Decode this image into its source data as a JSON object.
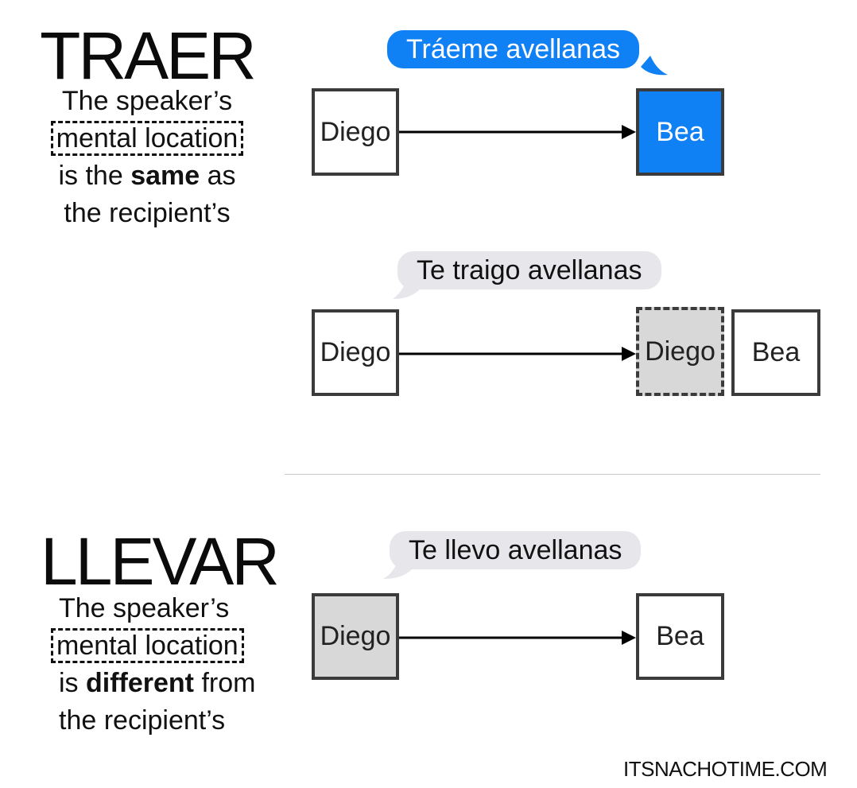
{
  "traer": {
    "title": "TRAER",
    "line1": "The speaker’s",
    "line2_boxed": "mental location",
    "line3_pre": "is the ",
    "line3_bold": "same",
    "line3_post": " as",
    "line4": "the recipient’s"
  },
  "llevar": {
    "title": "LLEVAR",
    "line1": "The speaker’s",
    "line2_boxed": "mental location",
    "line3_pre": "is ",
    "line3_bold": "different",
    "line3_post": " from",
    "line4": "the recipient’s"
  },
  "scene1": {
    "bubble": "Tráeme avellanas",
    "from": "Diego",
    "to": "Bea"
  },
  "scene2": {
    "bubble": "Te traigo avellanas",
    "from": "Diego",
    "to_dashed": "Diego",
    "recipient": "Bea"
  },
  "scene3": {
    "bubble": "Te llevo avellanas",
    "from": "Diego",
    "to": "Bea"
  },
  "watermark": "ITSNACHOTIME.COM",
  "colors": {
    "blue": "#1080f5",
    "gray_bubble": "#e6e6eb",
    "gray_box": "#d8d8d8"
  }
}
